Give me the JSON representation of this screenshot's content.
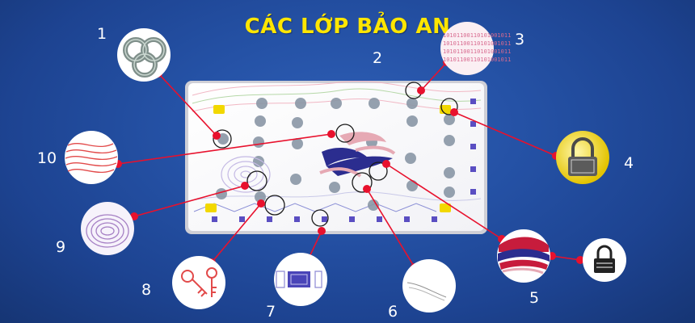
{
  "title": "CÁC LỚP BẢO AN",
  "numbers": [
    "1",
    "2",
    "3",
    "4",
    "5",
    "6",
    "7",
    "8",
    "9",
    "10"
  ],
  "colors": {
    "background": "#2552a6",
    "title": "#ffe600",
    "leader": "#e8112d",
    "card": "#ffffff"
  },
  "icons": {
    "1": "guilloche-knot-icon",
    "2": "hidden-layer-icon",
    "3": "microtext-binary-icon",
    "4": "gold-padlock-icon",
    "5": "striped-thread-icon",
    "6": "fine-line-icon",
    "7": "blue-emblem-icon",
    "8": "red-keys-icon",
    "9": "fingerprint-icon",
    "10": "red-wavy-lines-icon",
    "lock": "padlock-icon"
  },
  "binary_text": "10101100110101001011"
}
